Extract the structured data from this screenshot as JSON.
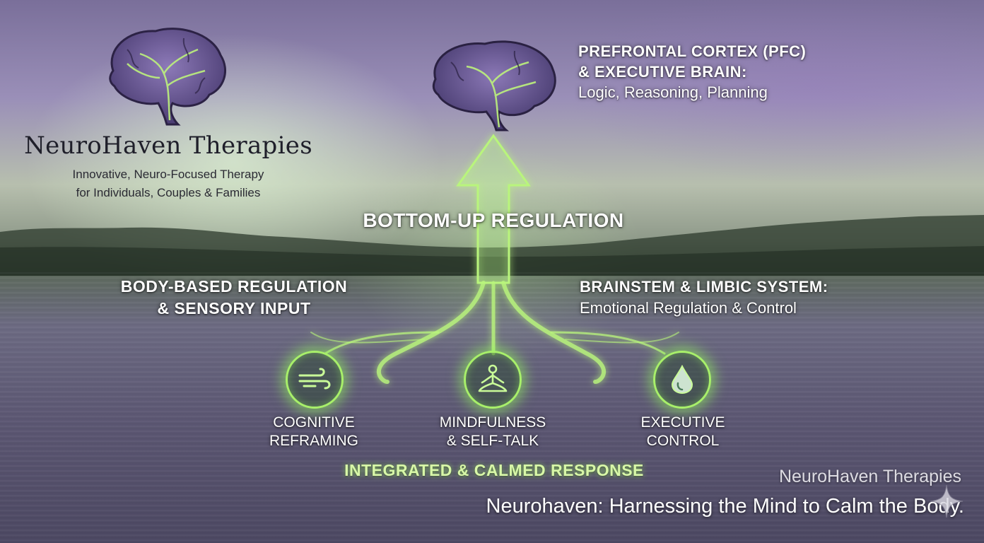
{
  "brand": {
    "name": "NeuroHaven Therapies",
    "subtitle_line1": "Innovative, Neuro-Focused Therapy",
    "subtitle_line2": "for Individuals, Couples & Families"
  },
  "labels": {
    "pfc_line1": "PREFRONTAL CORTEX (PFC)",
    "pfc_line2": "& EXECUTIVE BRAIN:",
    "pfc_line3": "Logic, Reasoning, Planning",
    "bottom_up": "BOTTOM-UP REGULATION",
    "body_based_line1": "BODY-BASED REGULATION",
    "body_based_line2": "& SENSORY INPUT",
    "brainstem_line1": "BRAINSTEM & LIMBIC SYSTEM:",
    "brainstem_line2": "Emotional Regulation & Control",
    "integrated": "INTEGRATED & CALMED RESPONSE"
  },
  "practices": [
    {
      "icon": "wind-icon",
      "line1": "COGNITIVE",
      "line2": "REFRAMING"
    },
    {
      "icon": "meditation-icon",
      "line1": "MINDFULNESS",
      "line2": "& SELF-TALK"
    },
    {
      "icon": "water-drop-icon",
      "line1": "EXECUTIVE",
      "line2": "CONTROL"
    }
  ],
  "footer": {
    "watermark": "NeuroHaven Therapies",
    "tagline": "Neurohaven: Harnessing the Mind to Calm the Body."
  },
  "colors": {
    "glow_green": "#a8f06a",
    "brain_purple": "#5a4a86",
    "text_dark": "#1f1f2a"
  }
}
